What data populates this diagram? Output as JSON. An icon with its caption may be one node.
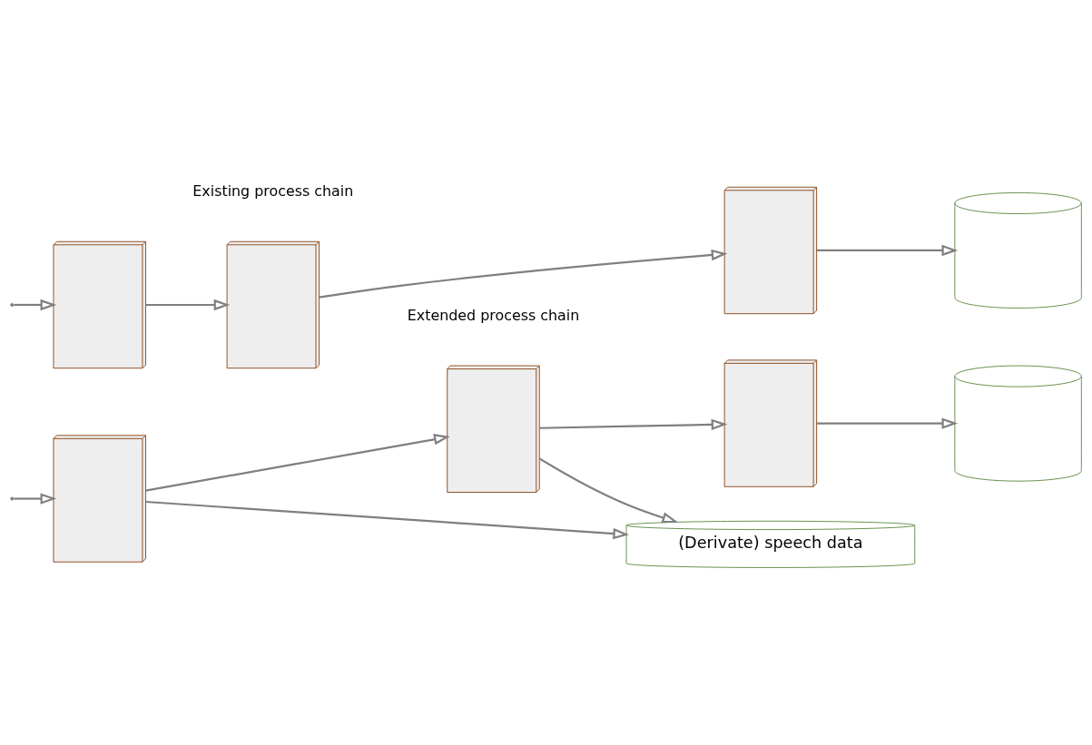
{
  "diagram": {
    "nodes": [
      {
        "text": [],
        "shape": "document"
      },
      {
        "text": [],
        "shape": "document"
      },
      {
        "text": [],
        "shape": "document"
      },
      {
        "text": [],
        "shape": "cylinder"
      },
      {
        "text": [],
        "shape": "document"
      },
      {
        "text": [],
        "shape": "document"
      },
      {
        "text": [],
        "shape": "document"
      },
      {
        "text": [],
        "shape": "cylinder"
      },
      {
        "text": [
          "(Derivate) speech data"
        ]
      }
    ],
    "edges": [
      {
        "from": null,
        "to": 0,
        "arrow": "to"
      },
      {
        "from": 0,
        "to": 1,
        "arrow": "to"
      },
      {
        "from": 1,
        "to": 2,
        "arrow": "to"
      },
      {
        "from": 2,
        "to": 3,
        "arrow": "to"
      },
      {
        "from": null,
        "to": 4,
        "arrow": "to"
      },
      {
        "from": 4,
        "to": 5,
        "arrow": "to"
      },
      {
        "from": 5,
        "to": 6,
        "arrow": "to"
      },
      {
        "from": 6,
        "to": 7,
        "arrow": "to"
      },
      {
        "from": 4,
        "to": 8,
        "arrow": "to"
      },
      {
        "from": 5,
        "to": 8,
        "arrow": "to"
      }
    ],
    "labels": [
      "Existing process chain",
      "Extended process chain"
    ]
  }
}
